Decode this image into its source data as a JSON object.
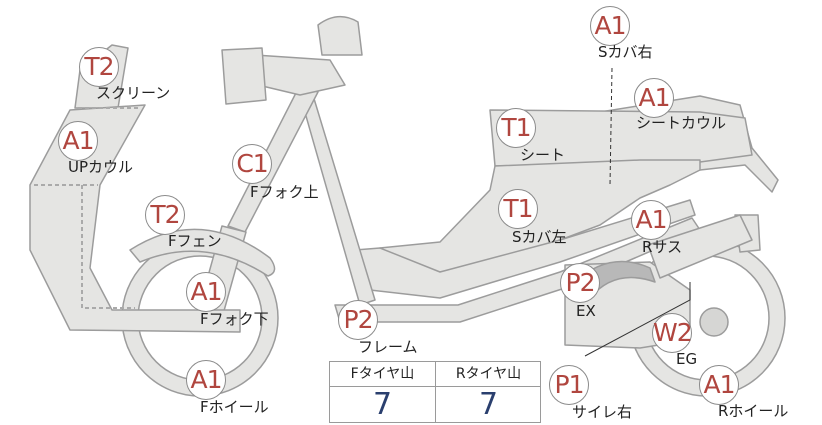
{
  "parts": [
    {
      "id": "screen",
      "grade": "T2",
      "label": "スクリーン"
    },
    {
      "id": "up-cowl",
      "grade": "A1",
      "label": "UPカウル"
    },
    {
      "id": "f-fender",
      "grade": "T2",
      "label": "Fフェン"
    },
    {
      "id": "f-fork-up",
      "grade": "C1",
      "label": "Fフォク上"
    },
    {
      "id": "f-fork-low",
      "grade": "A1",
      "label": "Fフォク下"
    },
    {
      "id": "f-wheel",
      "grade": "A1",
      "label": "Fホイール"
    },
    {
      "id": "frame",
      "grade": "P2",
      "label": "フレーム"
    },
    {
      "id": "s-cover-r",
      "grade": "A1",
      "label": "Sカバ右"
    },
    {
      "id": "seat-cowl",
      "grade": "A1",
      "label": "シートカウル"
    },
    {
      "id": "seat",
      "grade": "T1",
      "label": "シート"
    },
    {
      "id": "s-cover-l",
      "grade": "T1",
      "label": "Sカバ左"
    },
    {
      "id": "r-sus",
      "grade": "A1",
      "label": "Rサス"
    },
    {
      "id": "ex",
      "grade": "P2",
      "label": "EX"
    },
    {
      "id": "eg",
      "grade": "W2",
      "label": "EG"
    },
    {
      "id": "muffler-r",
      "grade": "P1",
      "label": "サイレ右"
    },
    {
      "id": "r-wheel",
      "grade": "A1",
      "label": "Rホイール"
    }
  ],
  "tire_table": {
    "front_label": "Fタイヤ山",
    "front_value": "7",
    "rear_label": "Rタイヤ山",
    "rear_value": "7"
  },
  "colors": {
    "body_fill": "#e5e5e3",
    "outline": "#9c9c9c",
    "grade_text": "#b0463f",
    "tire_value": "#2a3f6e"
  }
}
